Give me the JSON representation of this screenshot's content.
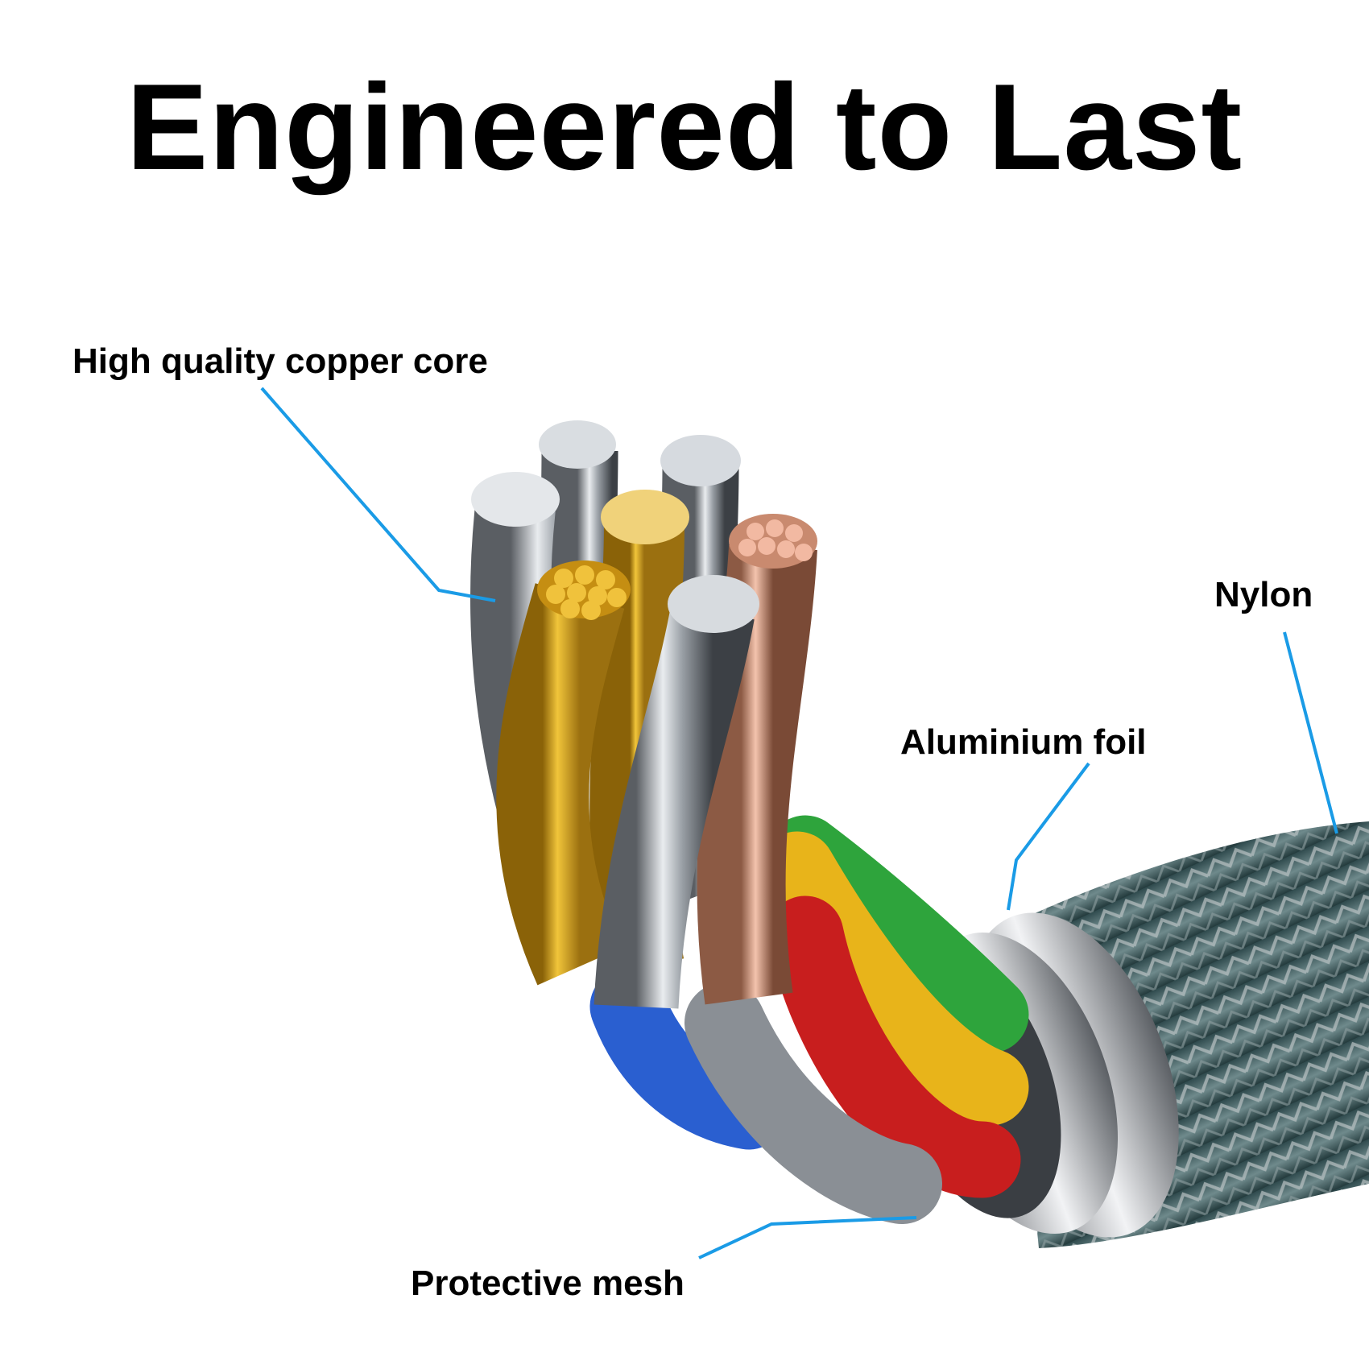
{
  "title": "Engineered to Last",
  "labels": {
    "copper_core": "High quality copper core",
    "nylon": "Nylon",
    "aluminium_foil": "Aluminium foil",
    "protective_mesh": "Protective mesh"
  },
  "colors": {
    "leader_line": "#1a9be6",
    "wire_red": "#c81e1e",
    "wire_yellow": "#e8b41a",
    "wire_green": "#2ea43c",
    "wire_blue": "#2a5fd0",
    "gold_strands": "#d9a21b",
    "copper_strands": "#e0a890",
    "nylon_braid": "#3e5e62"
  }
}
